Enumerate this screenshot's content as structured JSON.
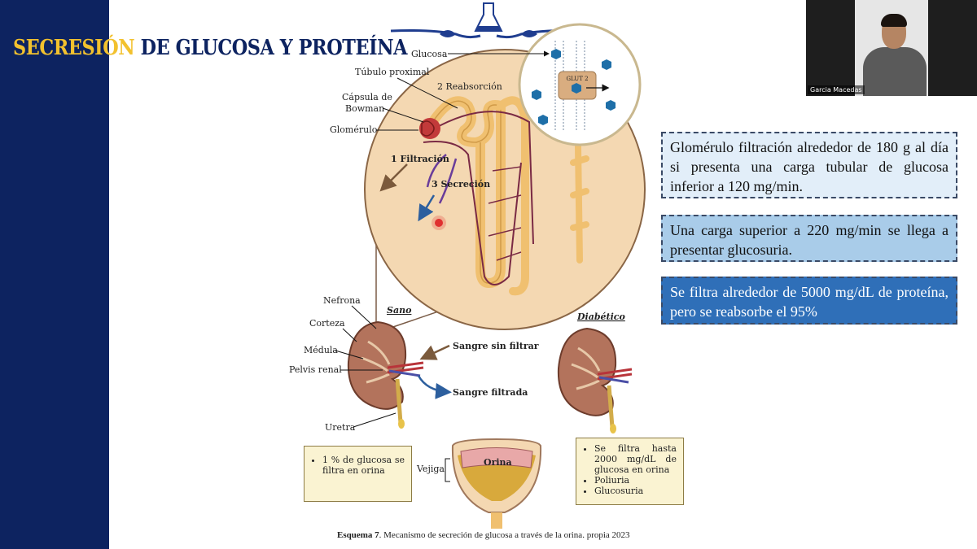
{
  "slide": {
    "title_part1": "SECRESIÓN",
    "title_part2": "DE GLUCOSA Y PROTEÍNA"
  },
  "webcam": {
    "participant_name": "Garcia Macedas"
  },
  "diagram": {
    "labels": {
      "glucosa": "Glucosa",
      "tubulo_proximal": "Túbulo proximal",
      "reabsorcion": "2 Reabsorción",
      "capsula_line1": "Cápsula de",
      "capsula_line2": "Bowman",
      "glomerulo": "Glomérulo",
      "filtracion": "1 Filtración",
      "secrecion": "3 Secreción",
      "glut2": "GLUT 2",
      "nefrona": "Nefrona",
      "corteza": "Corteza",
      "medula": "Médula",
      "pelvis_renal": "Pelvis renal",
      "uretra": "Uretra",
      "sano": "Sano",
      "diabetico": "Diabético",
      "sangre_sin_filtrar": "Sangre sin filtrar",
      "sangre_filtrada": "Sangre filtrada",
      "vejiga": "Vejiga",
      "orina": "Orina"
    },
    "left_note": [
      "1 % de glucosa se filtra en orina"
    ],
    "right_note": [
      "Se filtra hasta 2000 mg/dL de glucosa en orina",
      "Poliuria",
      "Glucosuria"
    ],
    "caption_bold": "Esquema 7",
    "caption_rest": ". Mecanismo de secreción de glucosa a través de la orina. propia 2023"
  },
  "info_boxes": [
    "Glomérulo filtración alrededor de 180 g al día si presenta una carga tubular de glucosa inferior a 120 mg/min.",
    "Una carga superior a 220 mg/min se llega a presentar glucosuria.",
    "Se filtra alrededor de 5000 mg/dL de proteína, pero se reabsorbe el 95%"
  ],
  "colors": {
    "side_band": "#0d2360",
    "title_accent": "#f2c12e",
    "title_main": "#0d2360",
    "box_light": "#e2eef9",
    "box_medium": "#a9cce9",
    "box_dark": "#2f6fb8"
  }
}
